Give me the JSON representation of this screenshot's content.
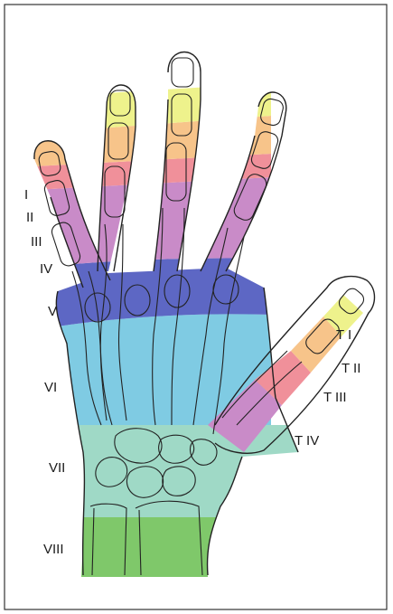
{
  "zones": {
    "finger": [
      "I",
      "II",
      "III",
      "IV",
      "V",
      "VI",
      "VII",
      "VIII"
    ],
    "thumb": [
      "T I",
      "T II",
      "T III",
      "T IV"
    ]
  },
  "colors": {
    "zone_I": "#eef28c",
    "zone_II": "#f7c48a",
    "zone_III": "#f0909a",
    "zone_IV": "#c98bc8",
    "zone_V": "#5d67c4",
    "zone_VI": "#7fcbe3",
    "zone_VII": "#9fd9c6",
    "zone_VIII": "#7fc86a",
    "outline": "#222222",
    "frame": "#333333"
  }
}
